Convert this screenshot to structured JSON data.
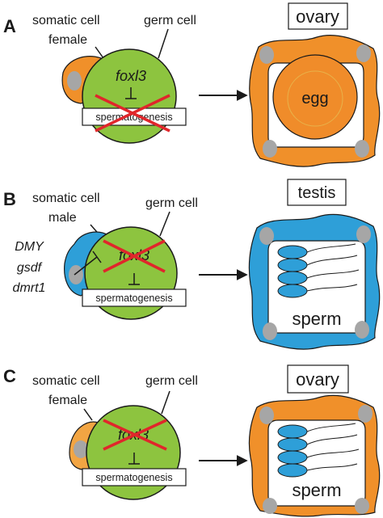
{
  "panels": [
    {
      "letter": "A",
      "somatic_label": "somatic cell",
      "sex_label": "female",
      "germ_label": "germ cell",
      "gene": "foxl3",
      "gene_crossed": false,
      "process": "spermatogenesis",
      "process_crossed": true,
      "regulators": [],
      "organ": "ovary",
      "gamete": "egg"
    },
    {
      "letter": "B",
      "somatic_label": "somatic cell",
      "sex_label": "male",
      "germ_label": "germ cell",
      "gene": "foxl3",
      "gene_crossed": true,
      "process": "spermatogenesis",
      "process_crossed": false,
      "regulators": [
        "DMY",
        "gsdf",
        "dmrt1"
      ],
      "organ": "testis",
      "gamete": "sperm"
    },
    {
      "letter": "C",
      "somatic_label": "somatic cell",
      "sex_label": "female",
      "germ_label": "germ cell",
      "gene": "foxl3",
      "gene_crossed": true,
      "process": "spermatogenesis",
      "process_crossed": false,
      "regulators": [],
      "organ": "ovary",
      "gamete": "sperm"
    }
  ],
  "colors": {
    "germ_cell": "#8dc43f",
    "female_somatic": "#f0902a",
    "male_somatic": "#2e9fd8",
    "egg": "#f08c2a",
    "sperm": "#2e9fd8",
    "nucleus": "#a6a6a6",
    "cross": "#e0262b",
    "outline": "#1a1a1a"
  }
}
